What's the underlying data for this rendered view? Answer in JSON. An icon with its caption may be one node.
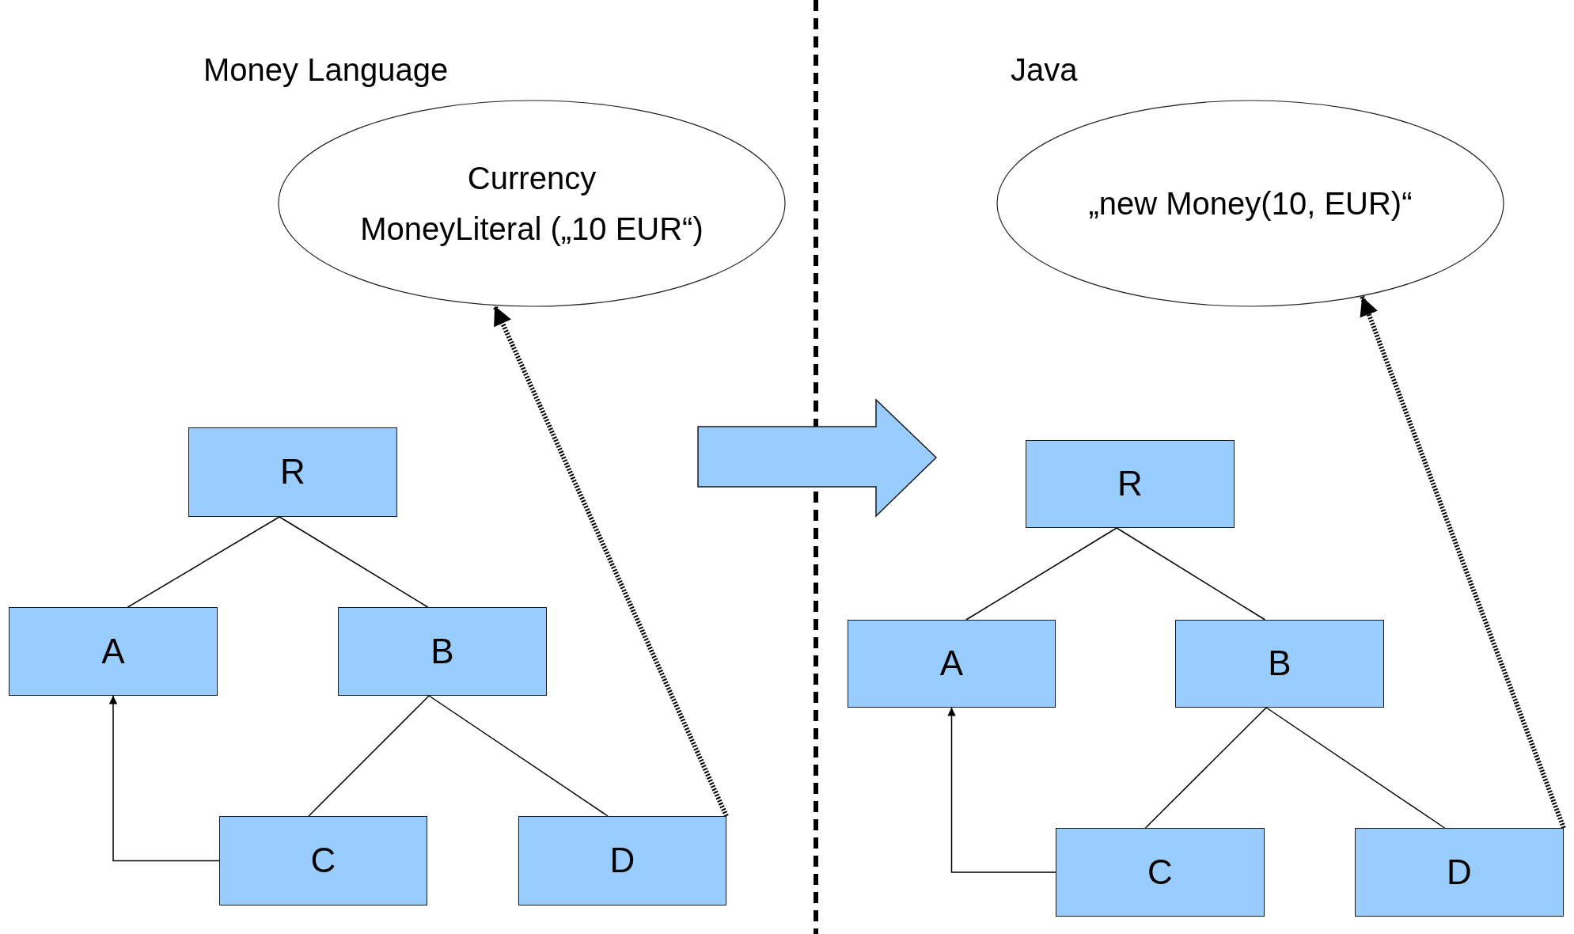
{
  "diagram": {
    "nodes": [
      {
        "text": [
          "Currency",
          "MoneyLiteral („10 EUR“)"
        ]
      },
      {
        "text": [
          "R"
        ]
      },
      {
        "text": [
          "A"
        ]
      },
      {
        "text": [
          "B"
        ]
      },
      {
        "text": [
          "C"
        ]
      },
      {
        "text": [
          "D"
        ]
      },
      {
        "text": [
          "„new Money(10, EUR)“"
        ]
      },
      {
        "text": [
          "R"
        ]
      },
      {
        "text": [
          "A"
        ]
      },
      {
        "text": [
          "B"
        ]
      },
      {
        "text": [
          "C"
        ]
      },
      {
        "text": [
          "D"
        ]
      }
    ],
    "edges": [
      {
        "from": 1,
        "to": 2,
        "arrow": "none"
      },
      {
        "from": 1,
        "to": 3,
        "arrow": "none"
      },
      {
        "from": 3,
        "to": 4,
        "arrow": "none"
      },
      {
        "from": 3,
        "to": 5,
        "arrow": "none"
      },
      {
        "from": 4,
        "to": 2,
        "arrow": "to"
      },
      {
        "from": 5,
        "to": 0,
        "arrow": "to",
        "style": "dashed"
      },
      {
        "from": 7,
        "to": 8,
        "arrow": "none"
      },
      {
        "from": 7,
        "to": 9,
        "arrow": "none"
      },
      {
        "from": 9,
        "to": 10,
        "arrow": "none"
      },
      {
        "from": 9,
        "to": 11,
        "arrow": "none"
      },
      {
        "from": 10,
        "to": 8,
        "arrow": "to"
      },
      {
        "from": 11,
        "to": 6,
        "arrow": "to",
        "style": "dashed"
      }
    ],
    "labels": [
      "Money Language",
      "Java"
    ]
  }
}
